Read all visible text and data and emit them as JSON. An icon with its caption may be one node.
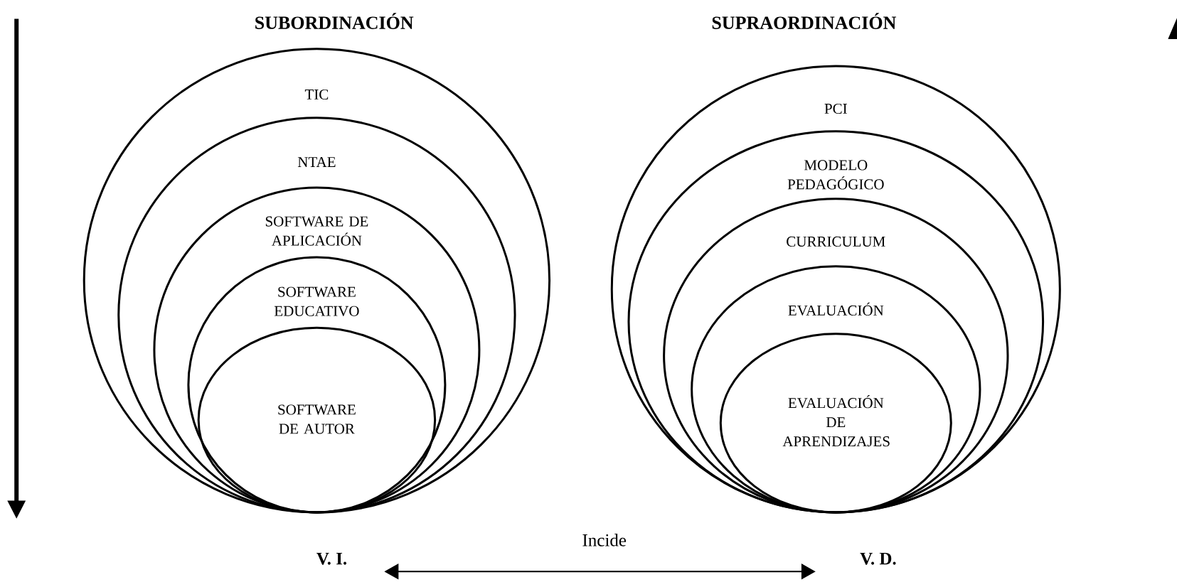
{
  "diagram": {
    "nodes": [
      {
        "text": [
          "TIC"
        ]
      },
      {
        "text": [
          "NTAE"
        ],
        "in": 0
      },
      {
        "text": [
          "SOFTWARE DE APLICACIÓN"
        ],
        "in": 1
      },
      {
        "text": [
          "SOFTWARE EDUCATIVO"
        ],
        "in": 2
      },
      {
        "text": [
          "SOFTWARE DE AUTOR"
        ],
        "in": 3
      },
      {
        "text": [
          "PCI"
        ]
      },
      {
        "text": [
          "MODELO PEDAGÓGICO"
        ],
        "in": 5
      },
      {
        "text": [
          "CURRICULUM"
        ],
        "in": 6
      },
      {
        "text": [
          "EVALUACIÓN"
        ],
        "in": 7
      },
      {
        "text": [
          "EVALUACIÓN DE APRENDIZAJES"
        ],
        "in": 8
      },
      {
        "text": [
          "V. I."
        ]
      },
      {
        "text": [
          "V. D."
        ]
      }
    ],
    "edges": [
      {
        "from": 10,
        "to": 11,
        "arrow": "both",
        "label": "Incide"
      }
    ],
    "labels": [
      "SUBORDINACIÓN",
      "SUPRAORDINACIÓN"
    ]
  }
}
